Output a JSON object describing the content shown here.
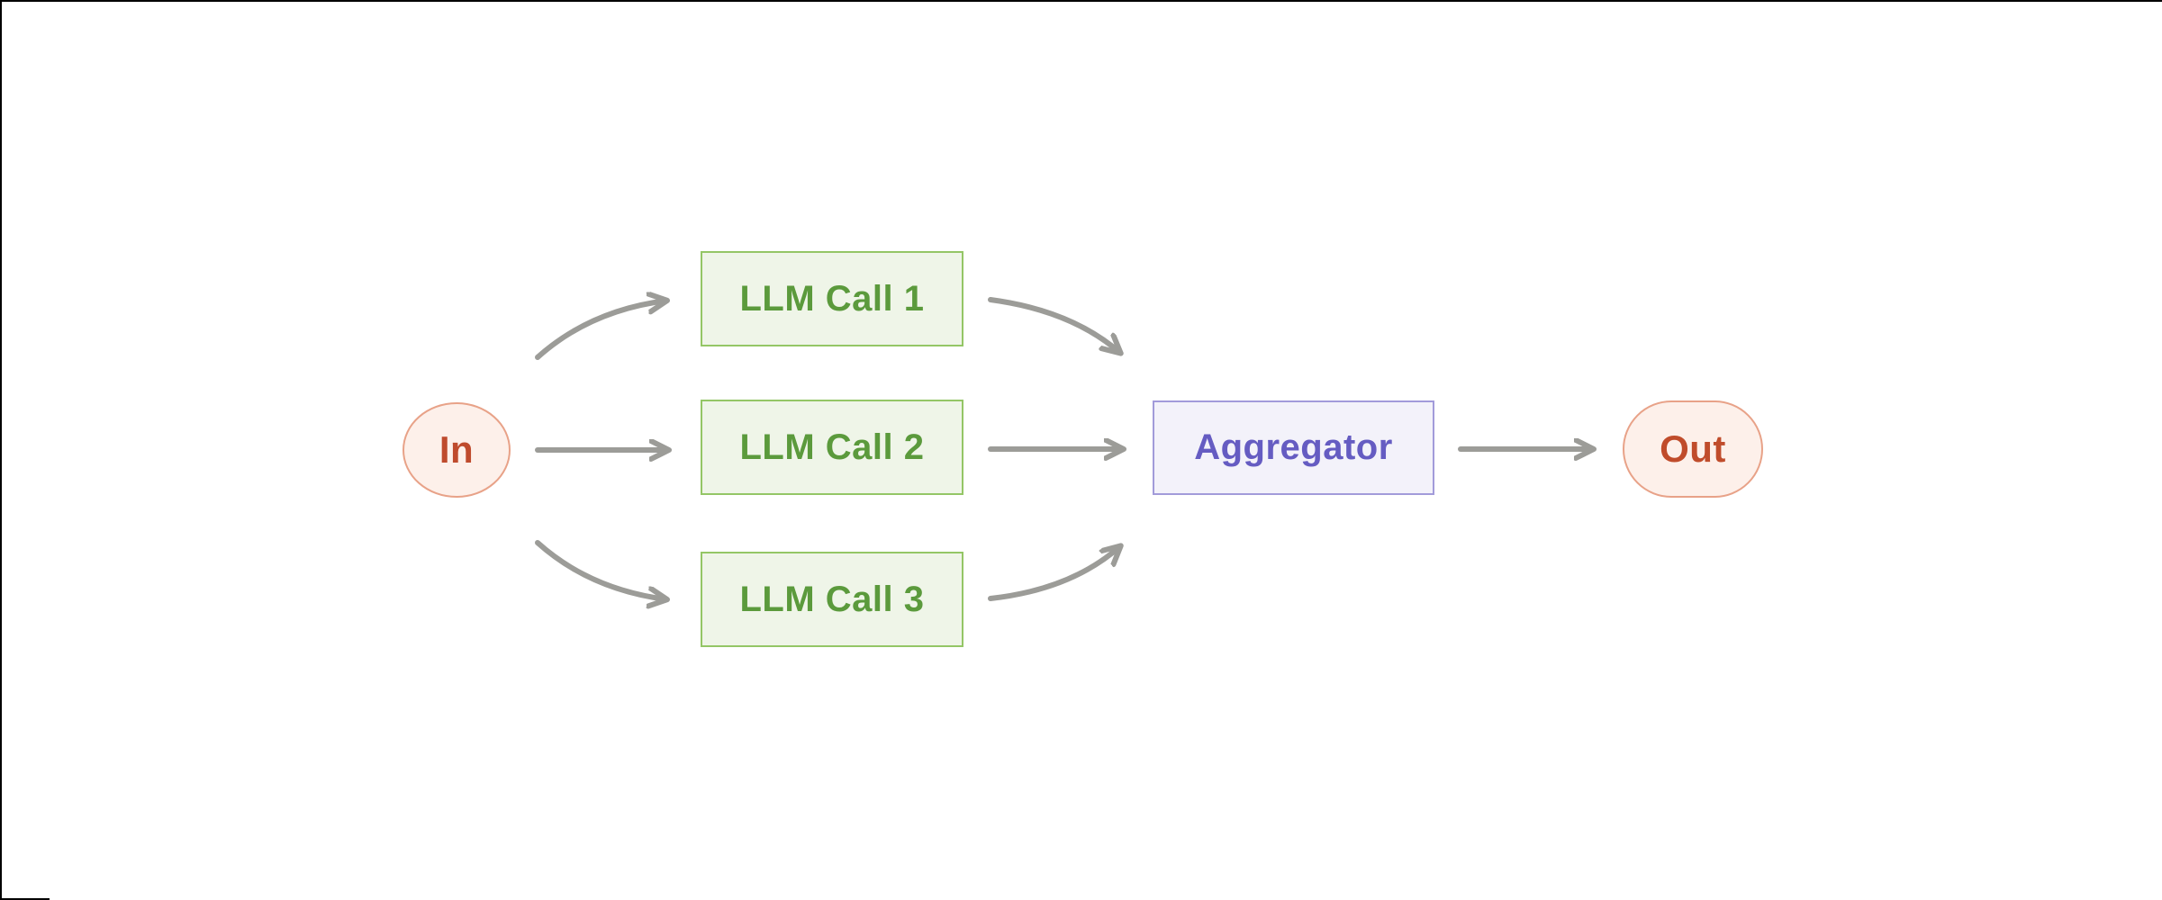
{
  "diagram": {
    "nodes": [
      {
        "id": "in",
        "label": "In",
        "shape": "ellipse",
        "fill": "#fdf0ea",
        "border": "#e8a288",
        "text_color": "#bf4b2d"
      },
      {
        "id": "llm-call-1",
        "label": "LLM Call 1",
        "shape": "rectangle",
        "fill": "#eff5e8",
        "border": "#94c666",
        "text_color": "#5b9a3c"
      },
      {
        "id": "llm-call-2",
        "label": "LLM Call 2",
        "shape": "rectangle",
        "fill": "#eff5e8",
        "border": "#94c666",
        "text_color": "#5b9a3c"
      },
      {
        "id": "llm-call-3",
        "label": "LLM Call 3",
        "shape": "rectangle",
        "fill": "#eff5e8",
        "border": "#94c666",
        "text_color": "#5b9a3c"
      },
      {
        "id": "aggregator",
        "label": "Aggregator",
        "shape": "rectangle",
        "fill": "#f3f2fa",
        "border": "#a29bda",
        "text_color": "#655cc2"
      },
      {
        "id": "out",
        "label": "Out",
        "shape": "pill",
        "fill": "#fdf0ea",
        "border": "#e8a288",
        "text_color": "#c04c2b"
      }
    ],
    "edges": [
      {
        "from": "in",
        "to": "llm-call-1",
        "style": "curved"
      },
      {
        "from": "in",
        "to": "llm-call-2",
        "style": "straight"
      },
      {
        "from": "in",
        "to": "llm-call-3",
        "style": "curved"
      },
      {
        "from": "llm-call-1",
        "to": "aggregator",
        "style": "curved"
      },
      {
        "from": "llm-call-2",
        "to": "aggregator",
        "style": "straight"
      },
      {
        "from": "llm-call-3",
        "to": "aggregator",
        "style": "curved"
      },
      {
        "from": "aggregator",
        "to": "out",
        "style": "straight"
      }
    ],
    "colors": {
      "arrow": "#9c9c98",
      "background": "#ffffff",
      "frame_border": "#000000"
    }
  }
}
